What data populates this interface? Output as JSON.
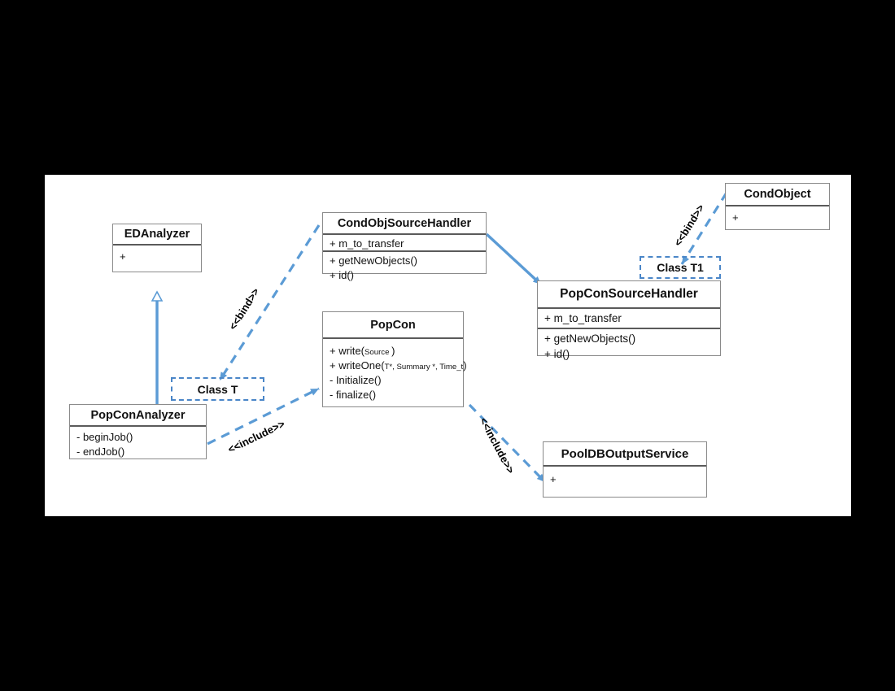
{
  "diagram": {
    "title": "PopCon UML class diagram",
    "canvas_background": "#ffffff",
    "page_background": "#000000",
    "accent_color": "#5B9BD5",
    "dashed_color": "#4A86C8",
    "border_color": "#8A8A8A",
    "separator_color": "#5A5A5A"
  },
  "classes": {
    "edanalyzer": {
      "name": "EDAnalyzer",
      "members": [
        "+"
      ]
    },
    "popconanalyzer": {
      "name": "PopConAnalyzer",
      "members": [
        "- beginJob()",
        "- endJob()"
      ]
    },
    "condobjsourcehandler": {
      "name": "CondObjSourceHandler",
      "attributes": [
        "+ m_to_transfer"
      ],
      "operations": [
        "+ getNewObjects()",
        "+ id()"
      ]
    },
    "popcon": {
      "name": "PopCon",
      "operations": [
        {
          "prefix": "+ write(",
          "param": "Source ",
          "suffix": ")"
        },
        {
          "prefix": "+ writeOne(",
          "param": "T*, Summary *, Time_t",
          "suffix": ")"
        },
        {
          "prefix": "-  Initialize()",
          "param": "",
          "suffix": ""
        },
        {
          "prefix": "-  finalize()",
          "param": "",
          "suffix": ""
        }
      ]
    },
    "popconsourcehandler": {
      "name": "PopConSourceHandler",
      "attributes": [
        "+ m_to_transfer"
      ],
      "operations": [
        "+ getNewObjects()",
        "+ id()"
      ]
    },
    "condobject": {
      "name": "CondObject",
      "members": [
        "+"
      ]
    },
    "pooldboutputservice": {
      "name": "PoolDBOutputService",
      "members": [
        "+"
      ]
    }
  },
  "templates": {
    "class_t": {
      "name": "Class T"
    },
    "class_t1": {
      "name": "Class T1"
    }
  },
  "relations": {
    "generalization": {
      "label": "",
      "from": "PopConAnalyzer",
      "to": "EDAnalyzer",
      "style": "solid-hollow-triangle"
    },
    "bind_left": {
      "label": "<<bind>>",
      "from": "CondObjSourceHandler",
      "to": "Class T",
      "style": "dashed-arrow"
    },
    "bind_right": {
      "label": "<<bind>>",
      "from": "CondObject",
      "to": "Class T1",
      "style": "dashed-arrow"
    },
    "include_left": {
      "label": "<<include>>",
      "from": "PopConAnalyzer",
      "to": "PopCon",
      "style": "dashed-arrow"
    },
    "include_right": {
      "label": "<<include>>",
      "from": "PopCon",
      "to": "PoolDBOutputService",
      "style": "dashed-arrow"
    },
    "association": {
      "label": "",
      "from": "CondObjSourceHandler",
      "to": "PopConSourceHandler",
      "style": "solid-filled-arrow"
    }
  }
}
